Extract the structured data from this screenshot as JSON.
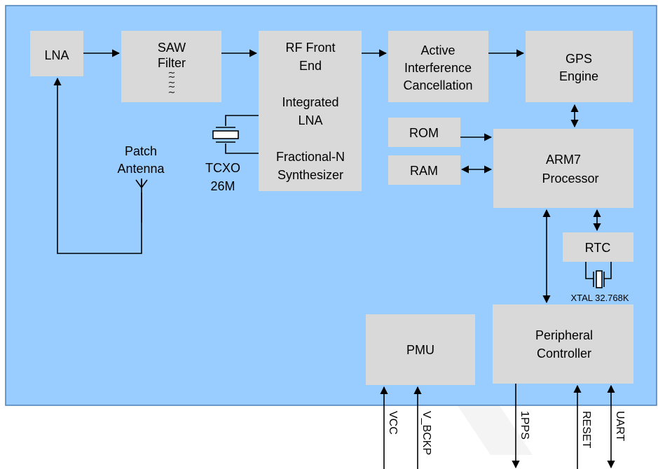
{
  "colors": {
    "board": "#99ccff",
    "board_border": "#4a7fb5",
    "block": "#d9d9d9",
    "line": "#000000",
    "watermark": "#e6e6e6"
  },
  "blocks": {
    "lna": [
      "LNA"
    ],
    "saw": [
      "SAW",
      "Filter"
    ],
    "saw_symbol": "∼",
    "rf": [
      "RF Front",
      "End"
    ],
    "rf_lna": [
      "Integrated",
      "LNA"
    ],
    "rf_synth": [
      "Fractional-N",
      "Synthesizer"
    ],
    "aic": [
      "Active",
      "Interference",
      "Cancellation"
    ],
    "gps": [
      "GPS",
      "Engine"
    ],
    "rom": [
      "ROM"
    ],
    "ram": [
      "RAM"
    ],
    "arm": [
      "ARM7",
      "Processor"
    ],
    "rtc": [
      "RTC"
    ],
    "pmu": [
      "PMU"
    ],
    "periph": [
      "Peripheral",
      "Controller"
    ]
  },
  "labels": {
    "antenna": [
      "Patch",
      "Antenna"
    ],
    "tcxo": [
      "TCXO",
      "26M"
    ],
    "xtal": "XTAL 32.768K"
  },
  "pins": [
    "VCC",
    "V_BCKP",
    "1PPS",
    "RESET",
    "UART"
  ]
}
